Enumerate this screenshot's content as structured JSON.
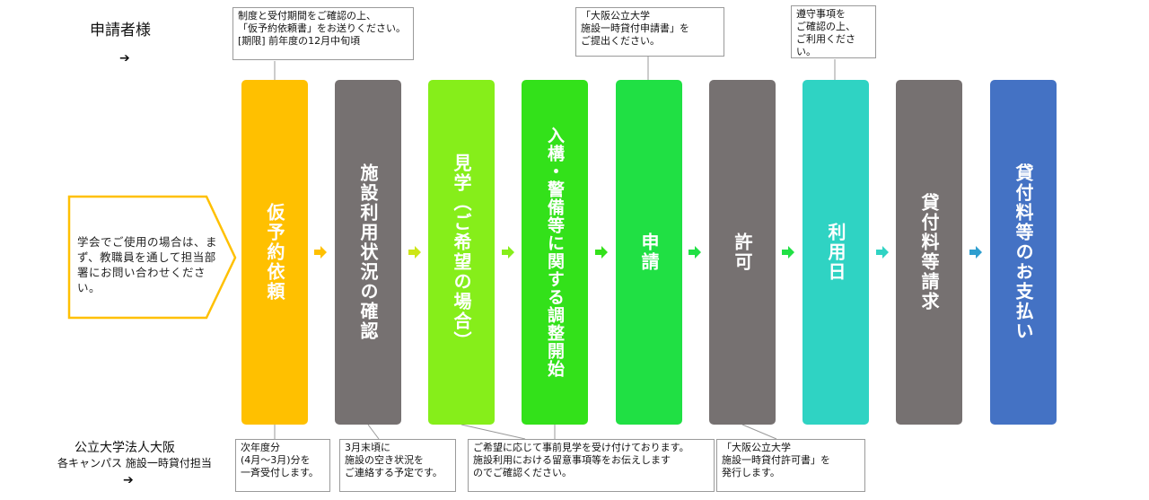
{
  "roles": {
    "applicant": "申請者様",
    "university_line1": "公立大学法人大阪",
    "university_line2": "各キャンパス 施設一時貸付担当"
  },
  "left_note": "学会でご使用の場合は、まず、教職員を通して担当部署にお問い合わせください。",
  "steps": [
    {
      "label": "仮予約依頼",
      "color": "#ffc000"
    },
    {
      "label": "施設利用状況の確認",
      "color": "#767171"
    },
    {
      "label": "見学（ご希望の場合）",
      "color": "#86ee1a"
    },
    {
      "label": "入構・警備等に関する調整開始",
      "color": "#33e11a"
    },
    {
      "label": "申請",
      "color": "#20e044"
    },
    {
      "label": "許可",
      "color": "#767171"
    },
    {
      "label": "利用日",
      "color": "#2fd3c3"
    },
    {
      "label": "貸付料等請求",
      "color": "#767171"
    },
    {
      "label": "貸付料等のお支払い",
      "color": "#4472c4"
    }
  ],
  "arrow_colors": [
    "#ffc000",
    "#cde615",
    "#86ee1a",
    "#33e11a",
    "#20e044",
    "#20e044",
    "#2fd3c3",
    "#2e9ecf",
    "#4472c4"
  ],
  "top_notes": [
    "制度と受付期間をご確認の上、\n「仮予約依頼書」をお送りください。\n[期限] 前年度の12月中旬頃",
    "「大阪公立大学\n施設一時貸付申請書」を\nご提出ください。",
    "遵守事項を\nご確認の上、\nご利用ください。"
  ],
  "bottom_notes": [
    "次年度分\n(4月～3月)分を\n一斉受付します。",
    "3月末頃に\n施設の空き状況を\nご連絡する予定です。",
    "ご希望に応じて事前見学を受け付けております。\n施設利用における留意事項等をお伝えします\nのでご確認ください。",
    "「大阪公立大学\n施設一時貸付許可書」を\n発行します。"
  ]
}
